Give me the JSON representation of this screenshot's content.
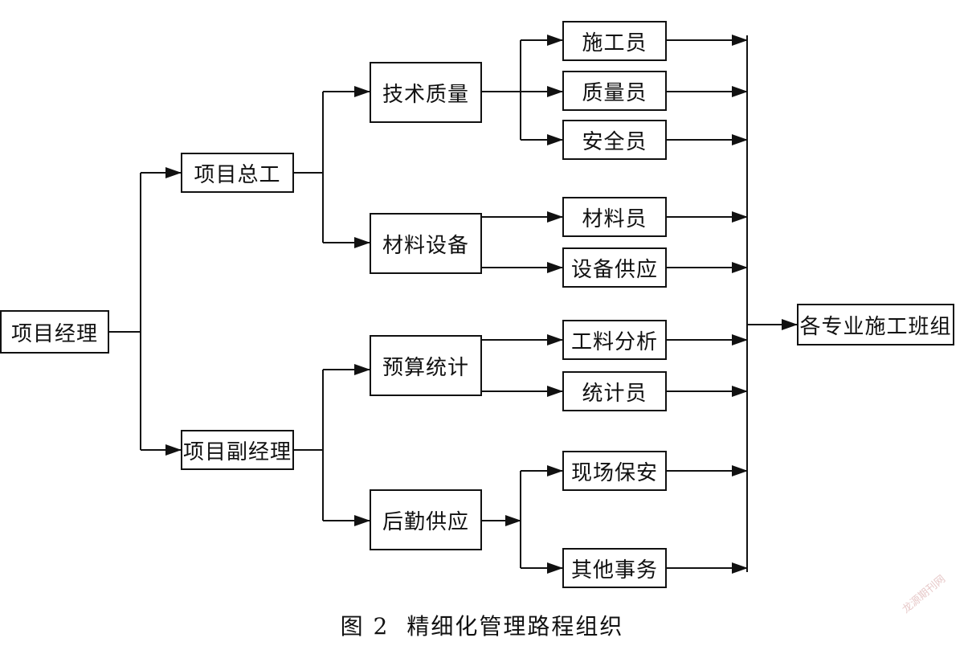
{
  "nodes": {
    "root": "项目经理",
    "chief_engineer": "项目总工",
    "deputy_manager": "项目副经理",
    "tech_quality": "技术质量",
    "materials_equipment": "材料设备",
    "budget_stats": "预算统计",
    "logistics": "后勤供应",
    "constructor": "施工员",
    "quality_inspector": "质量员",
    "safety_officer": "安全员",
    "material_clerk": "材料员",
    "equipment_supply": "设备供应",
    "labor_material_analysis": "工料分析",
    "statistician": "统计员",
    "site_security": "现场保安",
    "other_affairs": "其他事务",
    "teams": "各专业施工班组"
  },
  "caption": {
    "number": "图 2",
    "title": "精细化管理路程组织"
  },
  "watermark": "龙源期刊网"
}
